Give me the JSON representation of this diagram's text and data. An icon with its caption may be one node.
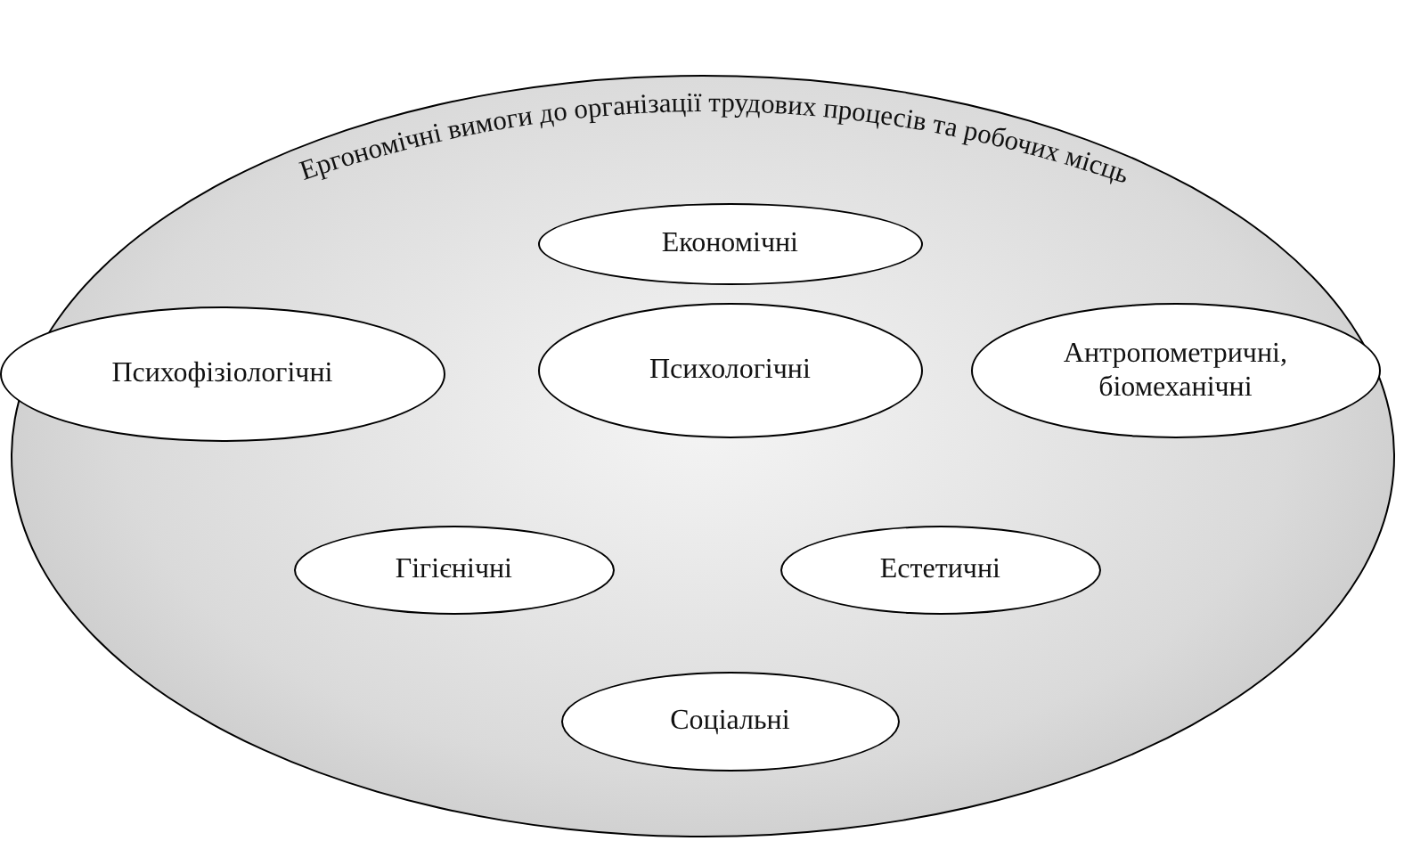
{
  "diagram": {
    "nodes": [
      {
        "text": [
          "Ергономічні вимоги до організації трудових процесів та робочих місць"
        ]
      },
      {
        "text": [
          "Економічні"
        ],
        "in": 0
      },
      {
        "text": [
          "Психофізіологічні"
        ],
        "in": 0
      },
      {
        "text": [
          "Психологічні"
        ],
        "in": 0
      },
      {
        "text": [
          "Антропометричні, біомеханічні"
        ],
        "in": 0
      },
      {
        "text": [
          "Гігієнічні"
        ],
        "in": 0
      },
      {
        "text": [
          "Естетичні"
        ],
        "in": 0
      },
      {
        "text": [
          "Соціальні"
        ],
        "in": 0
      }
    ]
  }
}
